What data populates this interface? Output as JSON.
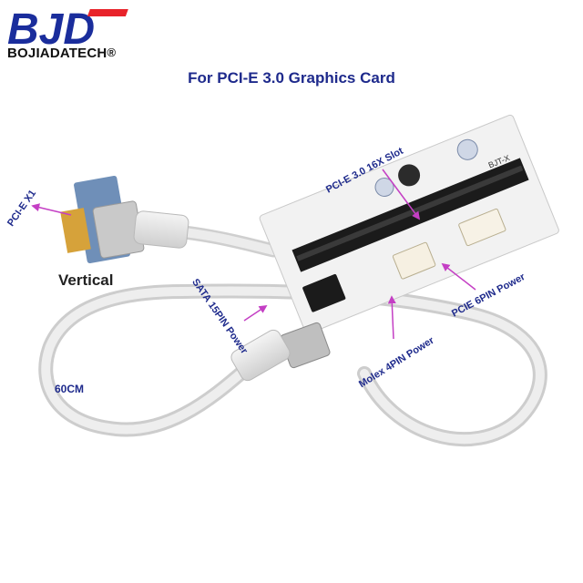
{
  "brand": {
    "logo_letters": "BJD",
    "name": "BOJIADATECH",
    "registered": "®",
    "logo_colors": [
      "#1a2d9c",
      "#e8232a"
    ]
  },
  "headline": "For PCI-E 3.0 Graphics Card",
  "labels": {
    "pcie_x1": "PCI-E X1",
    "vertical": "Vertical",
    "pcie_16x": "PCI-E 3.0 16X Slot",
    "sata": "SATA 15PIN Power",
    "molex": "Molex 4PIN Power",
    "pcie_6pin": "PCIE 6PIN Power",
    "cable_length": "60CM",
    "board_model": "BJT-X"
  },
  "colors": {
    "label_text": "#1e2a8c",
    "arrow": "#c43fc4",
    "cable": "#e4e4e4",
    "board": "#f2f2f2",
    "slot": "#1b1b1b",
    "adapter_board": "#6f8fb8"
  }
}
